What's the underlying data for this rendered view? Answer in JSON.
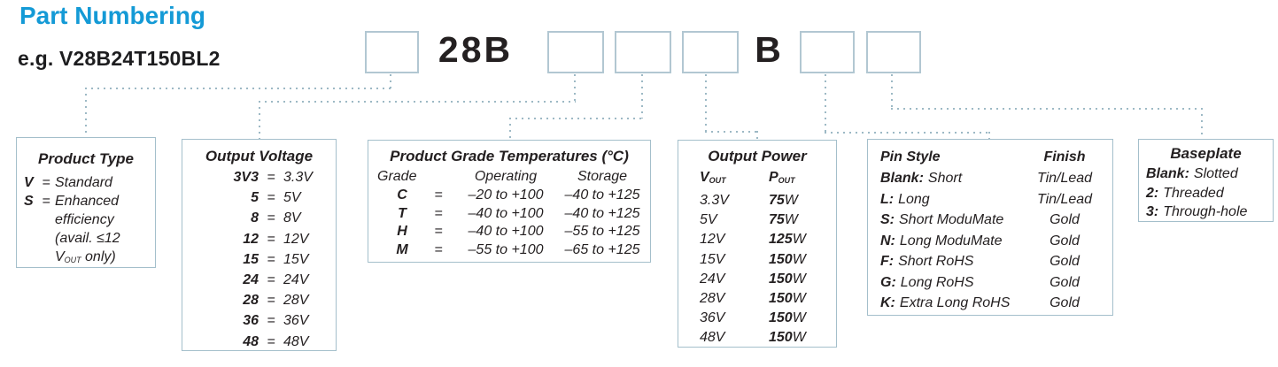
{
  "page": {
    "title": "Part Numbering",
    "example": "e.g. V28B24T150BL2"
  },
  "part_code": {
    "fixed_28b": "28B",
    "fixed_b": "B"
  },
  "misc": {
    "equals": "="
  },
  "product_type": {
    "title": "Product Type",
    "v_code": "V",
    "v_desc": "Standard",
    "s_code": "S",
    "s_line1": "Enhanced",
    "s_line2": "efficiency",
    "s_line3": "(avail. ≤12",
    "s_line4_pre": "V",
    "s_line4_sub": "OUT",
    "s_line4_post": " only)"
  },
  "output_voltage": {
    "title": "Output Voltage",
    "rows": [
      {
        "code": "3V3",
        "value": "3.3V"
      },
      {
        "code": "5",
        "value": "5V"
      },
      {
        "code": "8",
        "value": "8V"
      },
      {
        "code": "12",
        "value": "12V"
      },
      {
        "code": "15",
        "value": "15V"
      },
      {
        "code": "24",
        "value": "24V"
      },
      {
        "code": "28",
        "value": "28V"
      },
      {
        "code": "36",
        "value": "36V"
      },
      {
        "code": "48",
        "value": "48V"
      }
    ]
  },
  "product_grade": {
    "title": "Product Grade Temperatures (°C)",
    "col_grade": "Grade",
    "col_operating": "Operating",
    "col_storage": "Storage",
    "rows": [
      {
        "grade": "C",
        "operating": "–20 to +100",
        "storage": "–40 to +125"
      },
      {
        "grade": "T",
        "operating": "–40 to +100",
        "storage": "–40 to +125"
      },
      {
        "grade": "H",
        "operating": "–40 to +100",
        "storage": "–55 to +125"
      },
      {
        "grade": "M",
        "operating": "–55 to +100",
        "storage": "–65 to +125"
      }
    ]
  },
  "output_power": {
    "title": "Output Power",
    "vout_main": "V",
    "vout_sub": "OUT",
    "pout_main": "P",
    "pout_sub": "OUT",
    "rows": [
      {
        "voltage": "3.3V",
        "power": "75",
        "unit": "W"
      },
      {
        "voltage": "5V",
        "power": "75",
        "unit": "W"
      },
      {
        "voltage": "12V",
        "power": "125",
        "unit": "W"
      },
      {
        "voltage": "15V",
        "power": "150",
        "unit": "W"
      },
      {
        "voltage": "24V",
        "power": "150",
        "unit": "W"
      },
      {
        "voltage": "28V",
        "power": "150",
        "unit": "W"
      },
      {
        "voltage": "36V",
        "power": "150",
        "unit": "W"
      },
      {
        "voltage": "48V",
        "power": "150",
        "unit": "W"
      }
    ]
  },
  "pin_style": {
    "col_pin": "Pin Style",
    "col_finish": "Finish",
    "rows": [
      {
        "code": "Blank:",
        "desc": "Short",
        "finish": "Tin/Lead"
      },
      {
        "code": "L:",
        "desc": "Long",
        "finish": "Tin/Lead"
      },
      {
        "code": "S:",
        "desc": "Short ModuMate",
        "finish": "Gold"
      },
      {
        "code": "N:",
        "desc": "Long ModuMate",
        "finish": "Gold"
      },
      {
        "code": "F:",
        "desc": "Short RoHS",
        "finish": "Gold"
      },
      {
        "code": "G:",
        "desc": "Long RoHS",
        "finish": "Gold"
      },
      {
        "code": "K:",
        "desc": "Extra Long RoHS",
        "finish": "Gold"
      }
    ]
  },
  "baseplate": {
    "title": "Baseplate",
    "rows": [
      {
        "code": "Blank:",
        "desc": "Slotted"
      },
      {
        "code": "2:",
        "desc": "Threaded"
      },
      {
        "code": "3:",
        "desc": "Through-hole"
      }
    ]
  }
}
